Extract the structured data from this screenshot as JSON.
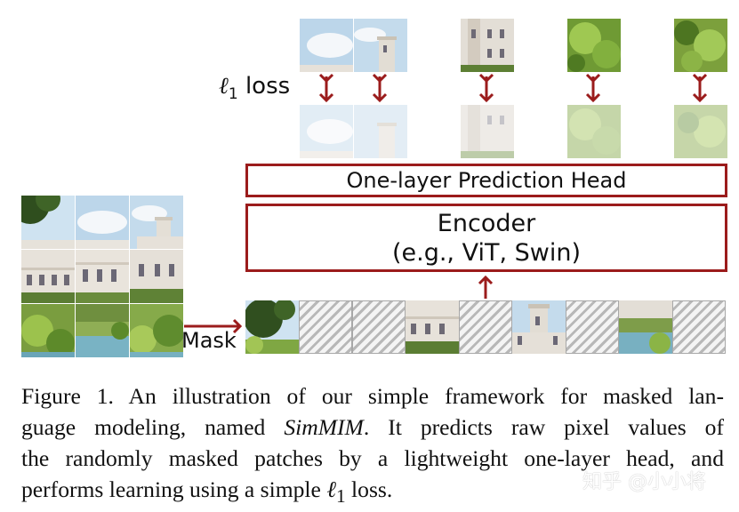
{
  "figure": {
    "loss_label": {
      "symbol": "ℓ",
      "subscript": "1",
      "text": "loss"
    },
    "prediction_head_label": "One-layer Prediction Head",
    "encoder_label": {
      "line1": "Encoder",
      "line2": "(e.g., ViT, Swin)"
    },
    "mask_label": "Mask",
    "input_sequence": [
      "tree",
      "masked",
      "masked",
      "building",
      "masked",
      "tower",
      "masked",
      "lawn",
      "masked"
    ],
    "targets": [
      "sky",
      "tower",
      "building",
      "foliage",
      "foliage"
    ],
    "colors": {
      "accent": "#9b1c1c",
      "masked_stripe": "#b8b8b8"
    }
  },
  "caption": {
    "line1_a": "Figure 1. An illustration of our simple framework for masked lan-",
    "line2_a": "guage modeling, named ",
    "line2_em": "SimMIM",
    "line2_b": ". It predicts raw pixel values of",
    "line3": "the randomly masked patches by a lightweight one-layer head, and",
    "line4_a": "performs learning using a simple ",
    "line4_sym": "ℓ",
    "line4_sub": "1",
    "line4_b": " loss."
  },
  "watermark": "知乎 @小小将"
}
